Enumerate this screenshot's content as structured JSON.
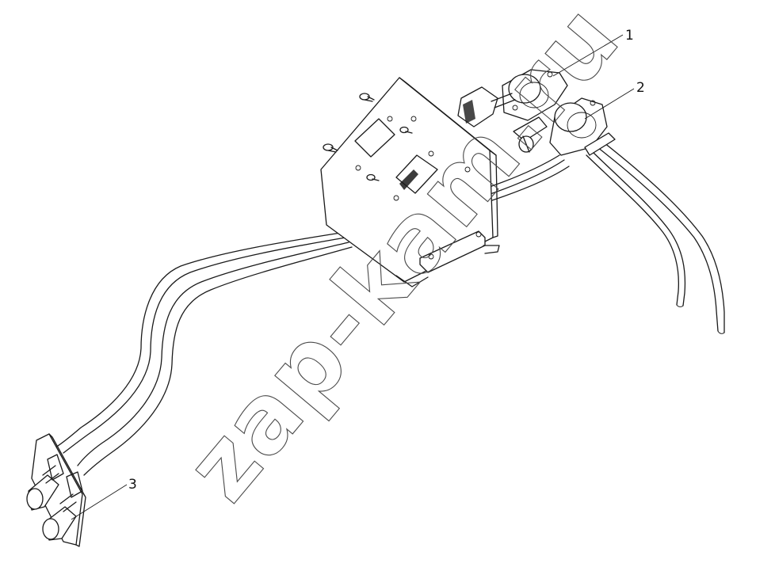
{
  "watermark": "zap-kam.ru",
  "callouts": [
    {
      "label": "1"
    },
    {
      "label": "2"
    },
    {
      "label": "3"
    }
  ]
}
